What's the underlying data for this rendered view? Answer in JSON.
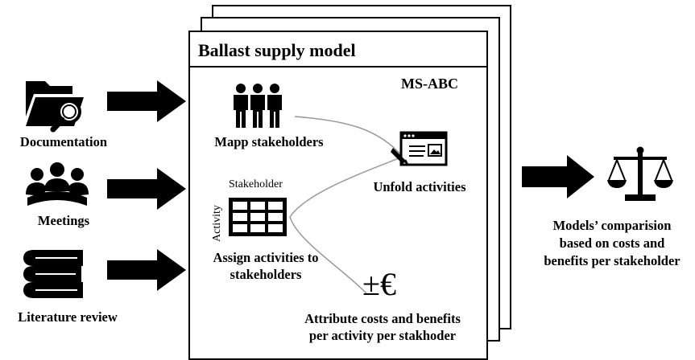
{
  "inputs": {
    "documentation": "Documentation",
    "meetings": "Meetings",
    "literature": "Literature review"
  },
  "model": {
    "title": "Ballast supply model",
    "method": "MS-ABC",
    "steps": {
      "map": "Mapp stakeholders",
      "unfold": "Unfold activities",
      "assign_line1": "Assign activities to",
      "assign_line2": "stakeholders",
      "attribute_line1": "Attribute costs and benefits",
      "attribute_line2": "per activity per stakhoder"
    },
    "matrix": {
      "col_header": "Stakeholder",
      "row_header": "Activity"
    },
    "cost_symbol": "±€"
  },
  "output": {
    "line1": "Models’ comparision",
    "line2": "based on costs and",
    "line3": "benefits per stakeholder"
  }
}
